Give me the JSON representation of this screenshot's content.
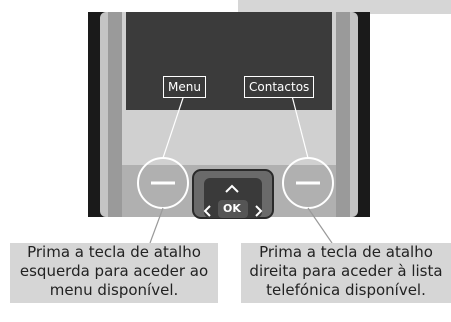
{
  "screen": {
    "left_soft_key_label": "Menu",
    "right_soft_key_label": "Contactos"
  },
  "keypad": {
    "ok_label": "OK"
  },
  "captions": {
    "left": {
      "lines": [
        "Prima a tecla de atalho",
        "esquerda para aceder ao",
        "menu disponível."
      ]
    },
    "right": {
      "lines": [
        "Prima a tecla de atalho",
        "direita para aceder à lista",
        "telefónica disponível."
      ]
    }
  },
  "colors": {
    "frame": "#1a1a1a",
    "housing": "#bfbfbf",
    "caption_bg": "#d6d6d6",
    "screen": "#3b3b3b"
  }
}
